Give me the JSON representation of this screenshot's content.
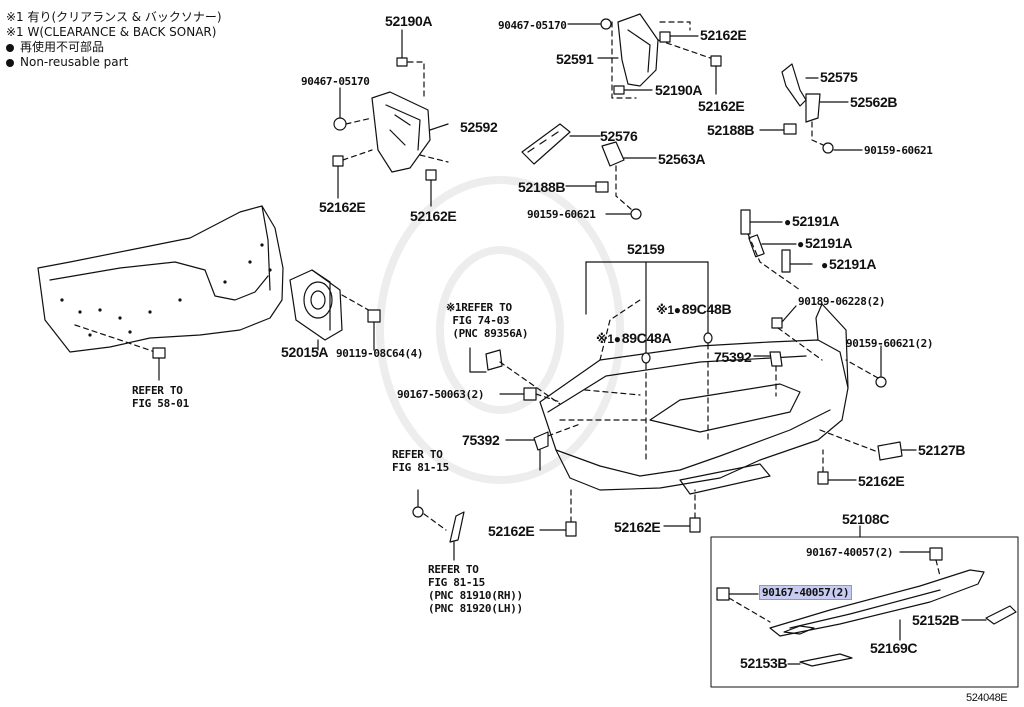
{
  "legend": {
    "note_jp": "※1 有り(クリアランス & バックソナー)",
    "note_en": "※1 W(CLEARANCE & BACK SONAR)",
    "nonreuse_jp": "再使用不可部品",
    "nonreuse_en": "Non-reusable part"
  },
  "figure_id": "524048E",
  "labels": {
    "p52190A_top": "52190A",
    "p90467_left": "90467-05170",
    "p52592": "52592",
    "p52162E_a": "52162E",
    "p52162E_b": "52162E",
    "p90467_top": "90467-05170",
    "p52591": "52591",
    "p52162E_c": "52162E",
    "p52190A_mid": "52190A",
    "p52162E_d": "52162E",
    "p52575": "52575",
    "p52562B": "52562B",
    "p52188B_r": "52188B",
    "p90159_r": "90159-60621",
    "p52576": "52576",
    "p52563A": "52563A",
    "p52188B_l": "52188B",
    "p90159_l": "90159-60621",
    "p52191A_1": "52191A",
    "p52191A_2": "52191A",
    "p52191A_3": "52191A",
    "p52159": "52159",
    "p89C48B": "89C48B",
    "p89C48A": "89C48A",
    "p90189": "90189-06228(2)",
    "p90159_2": "90159-60621(2)",
    "p75392_r": "75392",
    "p52015A": "52015A",
    "p90119": "90119-08C64(4)",
    "p90167_50063": "90167-50063(2)",
    "p75392_l": "75392",
    "p52127B": "52127B",
    "p52162E_e": "52162E",
    "p52162E_f": "52162E",
    "p52162E_g": "52162E",
    "p52108C": "52108C",
    "p90167_40057_a": "90167-40057(2)",
    "p90167_40057_b": "90167-40057(2)",
    "p52152B": "52152B",
    "p52169C": "52169C",
    "p52153B": "52153B",
    "mark_note": "※1"
  },
  "refs": {
    "fig58": "REFER TO\nFIG 58-01",
    "fig74": "※1REFER TO\n FIG 74-03\n (PNC 89356A)",
    "fig81a": "REFER TO\nFIG 81-15",
    "fig81b": "REFER TO\nFIG 81-15\n(PNC 81910(RH))\n(PNC 81920(LH))"
  }
}
